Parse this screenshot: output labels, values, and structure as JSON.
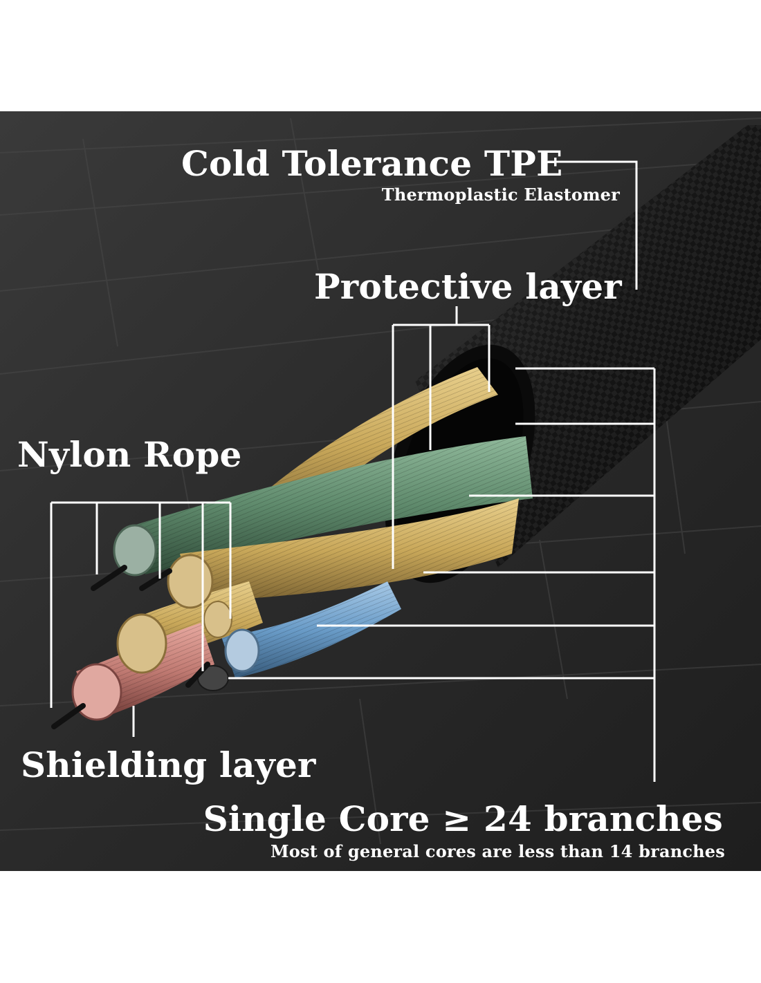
{
  "labels": {
    "cold_tolerance": "Cold Tolerance TPE",
    "thermoplastic": "Thermoplastic Elastomer",
    "protective": "Protective layer",
    "nylon": "Nylon Rope",
    "shielding": "Shielding layer",
    "single_core": "Single Core ≥ 24 branches",
    "general_cores": "Most of general cores are less than 14 branches"
  },
  "colors": {
    "background": "#2a2a2a",
    "jacket": "#161616",
    "gold_strand": "#c9a85a",
    "green_strand": "#5f8a6c",
    "blue_strand": "#6a9cc8",
    "copper_strand": "#c07a72",
    "callout_line": "#ffffff"
  }
}
